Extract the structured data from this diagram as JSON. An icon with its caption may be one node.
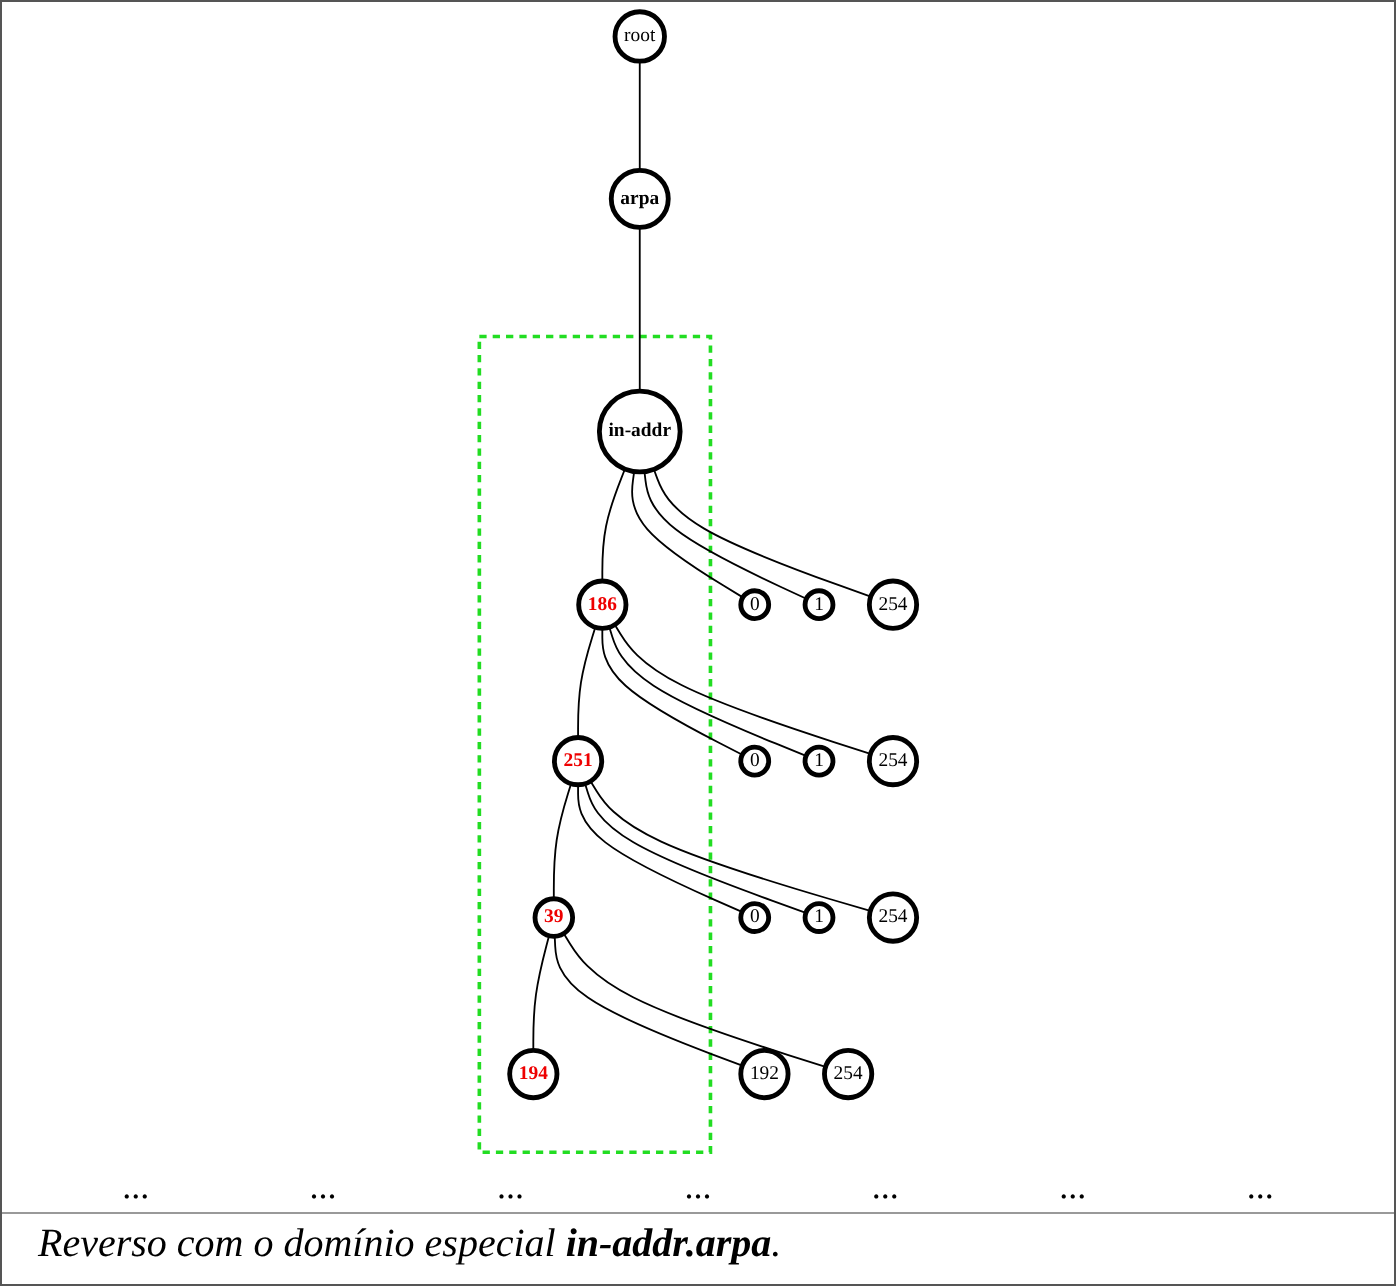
{
  "diagram": {
    "caption": "Reverso com o domínio especial **in-addr.arpa**.",
    "nodes": [
      {
        "text": [
          "root"
        ]
      },
      {
        "text": [
          "arpa"
        ]
      },
      {
        "text": [],
        "shape": "box"
      },
      {
        "text": [
          "in-addr"
        ],
        "in": 2
      },
      {
        "text": [
          "0"
        ]
      },
      {
        "text": [
          "1"
        ]
      },
      {
        "text": [
          "186"
        ],
        "in": 2
      },
      {
        "text": [
          "254"
        ]
      },
      {
        "text": [
          "0"
        ]
      },
      {
        "text": [
          "1"
        ]
      },
      {
        "text": [
          "251"
        ],
        "in": 2
      },
      {
        "text": [
          "254"
        ]
      },
      {
        "text": [
          "0"
        ]
      },
      {
        "text": [
          "1"
        ]
      },
      {
        "text": [
          "39"
        ],
        "in": 2
      },
      {
        "text": [
          "254"
        ]
      },
      {
        "text": [
          "192"
        ]
      },
      {
        "text": [
          "194"
        ],
        "in": 2
      },
      {
        "text": [
          "254"
        ]
      }
    ],
    "edges": [
      {
        "from": 0,
        "to": 1,
        "arrow": "none"
      },
      {
        "from": 1,
        "to": 3,
        "arrow": "none"
      },
      {
        "from": 3,
        "to": 4,
        "arrow": "none"
      },
      {
        "from": 3,
        "to": 5,
        "arrow": "none"
      },
      {
        "from": 3,
        "to": 6,
        "arrow": "none"
      },
      {
        "from": 3,
        "to": 7,
        "arrow": "none"
      },
      {
        "from": 6,
        "to": 8,
        "arrow": "none"
      },
      {
        "from": 6,
        "to": 9,
        "arrow": "none"
      },
      {
        "from": 6,
        "to": 10,
        "arrow": "none"
      },
      {
        "from": 6,
        "to": 11,
        "arrow": "none"
      },
      {
        "from": 10,
        "to": 12,
        "arrow": "none"
      },
      {
        "from": 10,
        "to": 13,
        "arrow": "none"
      },
      {
        "from": 10,
        "to": 14,
        "arrow": "none"
      },
      {
        "from": 10,
        "to": 15,
        "arrow": "none"
      },
      {
        "from": 14,
        "to": 16,
        "arrow": "none"
      },
      {
        "from": 14,
        "to": 17,
        "arrow": "none"
      },
      {
        "from": 14,
        "to": 18,
        "arrow": "none"
      }
    ],
    "labels": [
      "...",
      "...",
      "...",
      "...",
      "...",
      "...",
      "..."
    ]
  }
}
